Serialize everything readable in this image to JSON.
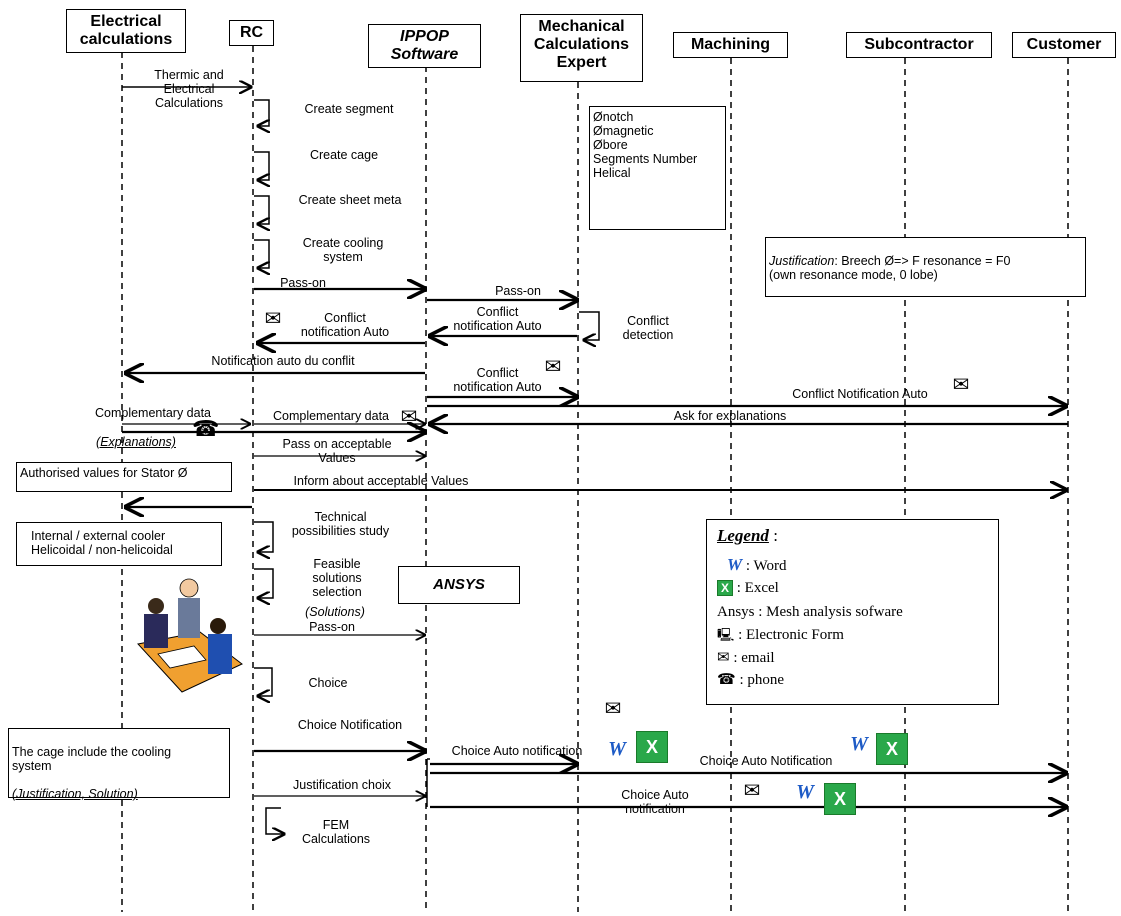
{
  "lifelines": [
    {
      "id": "elec",
      "label": "Electrical\ncalculations"
    },
    {
      "id": "rc",
      "label": "RC"
    },
    {
      "id": "ippop",
      "label": "IPPOP\nSoftware"
    },
    {
      "id": "mech",
      "label": "Mechanical\nCalculations\nExpert"
    },
    {
      "id": "mach",
      "label": "Machining"
    },
    {
      "id": "sub",
      "label": "Subcontractor"
    },
    {
      "id": "cust",
      "label": "Customer"
    }
  ],
  "messages": {
    "thermic": "Thermic and\nElectrical\nCalculations",
    "create_segment": "Create segment",
    "create_cage": "Create cage",
    "create_sheet": "Create sheet meta",
    "create_cooling": "Create cooling\nsystem",
    "pass_on_1": "Pass-on",
    "pass_on_2": "Pass-on",
    "conflict_auto_1": "Conflict\nnotification Auto",
    "conflict_auto_2": "Conflict\nnotification Auto",
    "conflict_detection": "Conflict\ndetection",
    "notif_conflit": "Notification auto du conflit",
    "conflict_auto_3": "Conflict\nnotification Auto",
    "conflict_notif_cust": "Conflict Notification Auto",
    "complementary_1": "Complementary data",
    "complementary_2": "Complementary data",
    "ask_explanations": "Ask for explanations",
    "explanations": "(Explanations)",
    "pass_acceptable": "Pass on acceptable\nValues",
    "inform_acceptable": "Inform about acceptable Values",
    "tech_study": "Technical\npossibilities study",
    "feasible": "Feasible\nsolutions\nselection",
    "solutions": "(Solutions)",
    "pass_on_3": "Pass-on",
    "choice": "Choice",
    "choice_notification": "Choice Notification",
    "choice_auto_1": "Choice Auto notification",
    "choice_auto_2": "Choice Auto Notification",
    "justification_choix": "Justification choix",
    "choice_auto_3": "Choice Auto\nnotification",
    "fem": "FEM\nCalculations"
  },
  "notes": {
    "mech_params": "Ønotch\nØmagnetic\nØbore\nSegments Number\nHelical",
    "justification_label": "Justification",
    "justification_text": ": Breech Ø=> F resonance = F0\n(own resonance mode, 0 lobe)",
    "authorised": "Authorised values for Stator Ø",
    "cooler": "Internal / external cooler\nHelicoidal / non-helicoidal",
    "cage_note": "The cage include the cooling\nsystem",
    "cage_note_tail": "(Justification, Solution)",
    "ansys": "ANSYS"
  },
  "legend": {
    "title": "Legend",
    "title_suffix": " :",
    "word": ": Word",
    "excel": ": Excel",
    "ansys": "Ansys : Mesh analysis sofware",
    "eform": ": Electronic Form",
    "email": ": email",
    "phone": ": phone"
  },
  "icons": {
    "word_glyph": "W",
    "excel_glyph": "X",
    "email_glyph": "✉",
    "phone_glyph": "☎",
    "eform_glyph": "🖳"
  }
}
